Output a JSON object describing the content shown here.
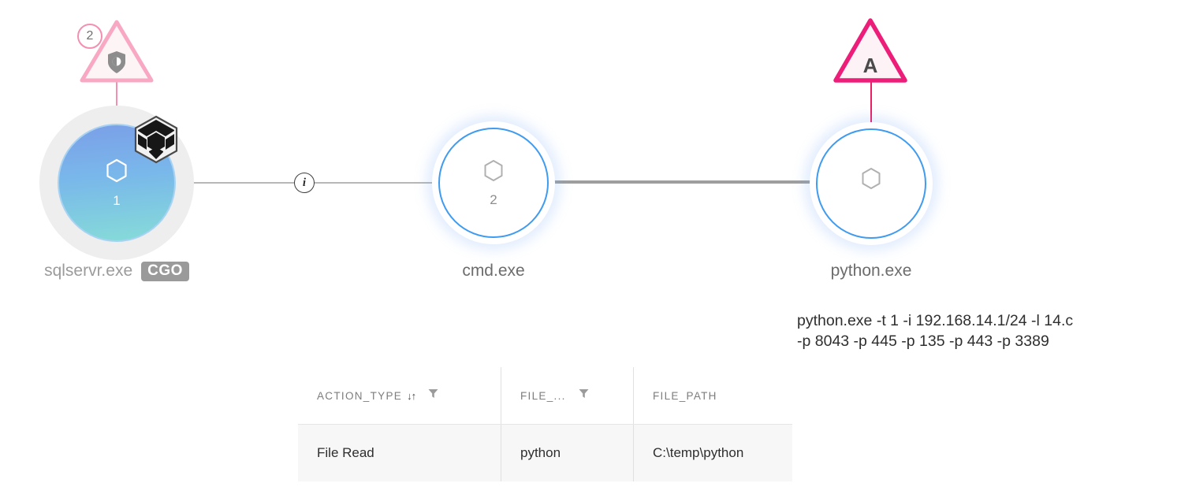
{
  "graph": {
    "nodes": [
      {
        "id": "sqlservr",
        "label": "sqlservr.exe",
        "badge": "CGO",
        "count": "1",
        "icon": "hexagon-icon",
        "container_icon": "cube-icon"
      },
      {
        "id": "cmd",
        "label": "cmd.exe",
        "count": "2",
        "icon": "hexagon-icon"
      },
      {
        "id": "python",
        "label": "python.exe",
        "count": "",
        "icon": "hexagon-icon"
      }
    ],
    "edges": [
      {
        "from": "sqlservr",
        "to": "cmd",
        "badge": "i",
        "badge_icon": "info-icon"
      },
      {
        "from": "cmd",
        "to": "python"
      }
    ],
    "alerts": [
      {
        "id": "alert-sqlservr",
        "glyph": "shield-icon",
        "count": "2",
        "severity_color": "#f48fb1",
        "attached_to": "sqlservr"
      },
      {
        "id": "alert-python",
        "glyph": "A",
        "severity_color": "#ec1e79",
        "attached_to": "python"
      }
    ]
  },
  "command_line": {
    "line1": "python.exe -t 1 -i 192.168.14.1/24 -l 14.c",
    "line2": "-p 8043 -p 445 -p 135 -p 443 -p 3389"
  },
  "table": {
    "columns": [
      {
        "label": "ACTION_TYPE",
        "sortable": true,
        "sort_glyph": "↓↑",
        "filterable": true
      },
      {
        "label": "FILE_...",
        "sortable": false,
        "filterable": true
      },
      {
        "label": "FILE_PATH",
        "sortable": false,
        "filterable": false
      }
    ],
    "rows": [
      {
        "action_type": "File Read",
        "file": "python",
        "file_path": "C:\\temp\\python"
      }
    ]
  },
  "colors": {
    "node_outline_blue": "#3f9bf0",
    "node_fill_top": "#7b9fe8",
    "node_fill_bottom": "#86dcd8",
    "alert_pink_light": "#f48fb1",
    "alert_pink_strong": "#ec1e79",
    "badge_gray": "#9a9a9a",
    "edge_gray": "#b7b7b7"
  }
}
